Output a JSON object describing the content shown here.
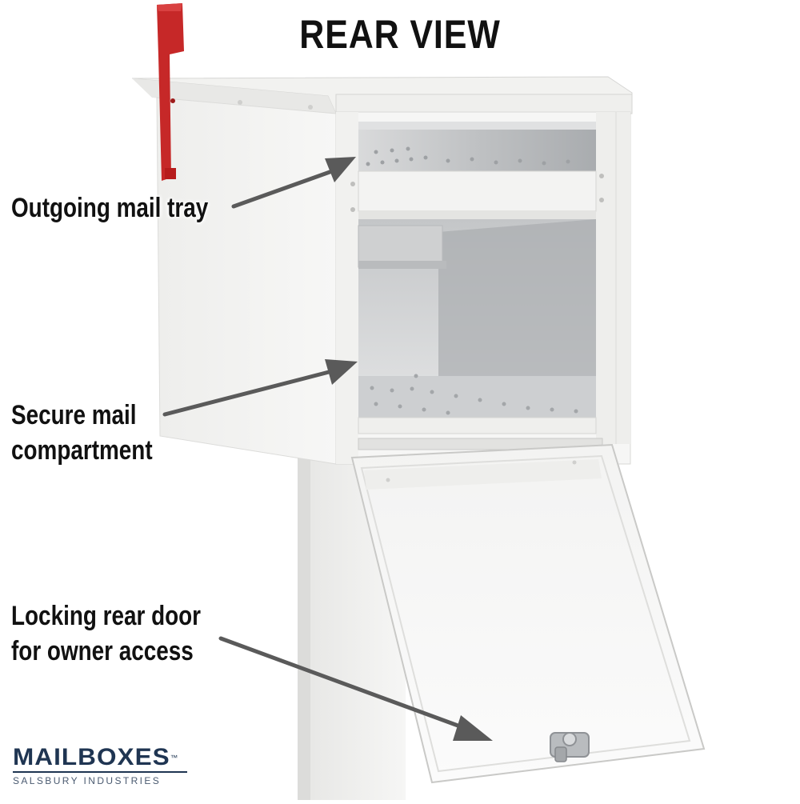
{
  "title": "REAR VIEW",
  "callouts": {
    "tray": [
      "Outgoing mail tray"
    ],
    "compartment": [
      "Secure mail",
      "compartment"
    ],
    "door": [
      "Locking rear door",
      "for owner access"
    ]
  },
  "brand": {
    "name": "MAILBOXES",
    "trademark": "™",
    "tagline": "SALSBURY INDUSTRIES"
  },
  "colors": {
    "flag": "#c62828",
    "mailbox": "#f4f4f2",
    "brand": "#1f3552",
    "arrow": "#5a5a5a"
  }
}
